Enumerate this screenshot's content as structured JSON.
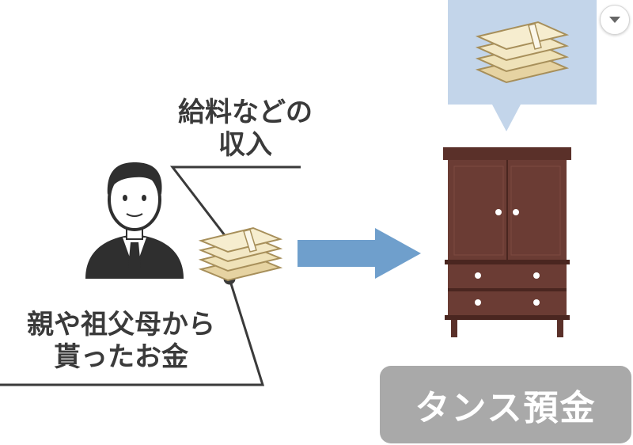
{
  "labels": {
    "income_line1": "給料などの",
    "income_line2": "収入",
    "gift_line1": "親や祖父母から",
    "gift_line2": "貰ったお金",
    "caption": "タンス預金"
  },
  "colors": {
    "arrow": "#6f9fcc",
    "wardrobe": "#6b3c34",
    "bubble": "#c3d5ea",
    "caption_bg": "#a9a9a9",
    "money": "#efe2b8"
  },
  "icons": [
    "person-icon",
    "money-bundle-icon",
    "arrow-right-icon",
    "wardrobe-icon",
    "dropdown-icon"
  ]
}
